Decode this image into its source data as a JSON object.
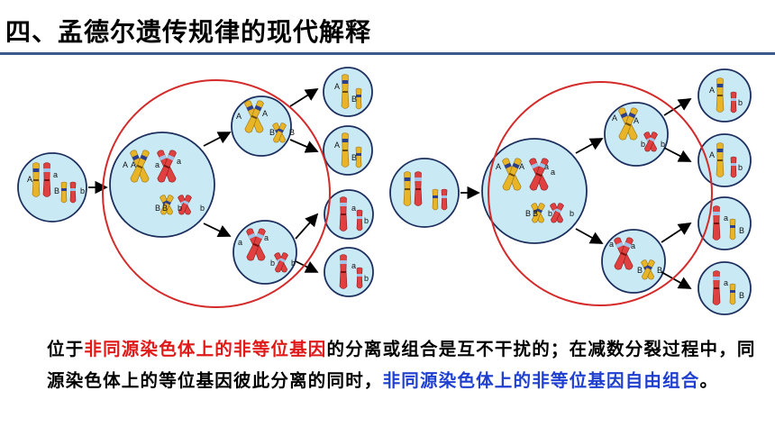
{
  "title": "四、孟德尔遗传规律的现代解释",
  "caption": {
    "p1": "位于",
    "p2": "非同源染色体上的非等位基因",
    "p3": "的分离或组合是互不干扰的；在减数分裂过程中，同源染色体上的等位基因彼此分离的同时，",
    "p4": "非同源染色体上的非等位基因自由组合",
    "p5": "。"
  },
  "alleles": {
    "A": "A",
    "a": "a",
    "B": "B",
    "b": "b"
  },
  "colors": {
    "title_rule": "#3d5a8c",
    "cell_fill": "#c9eaf5",
    "cell_stroke": "#1d2f5e",
    "highlight_circle": "#d42a2a",
    "chromosome_yellow": "#e8b428",
    "chromosome_red": "#e04040",
    "chromosome_blue_band": "#2d3f8a",
    "emphasis_red": "#e01919",
    "emphasis_blue": "#1f3fd1"
  }
}
